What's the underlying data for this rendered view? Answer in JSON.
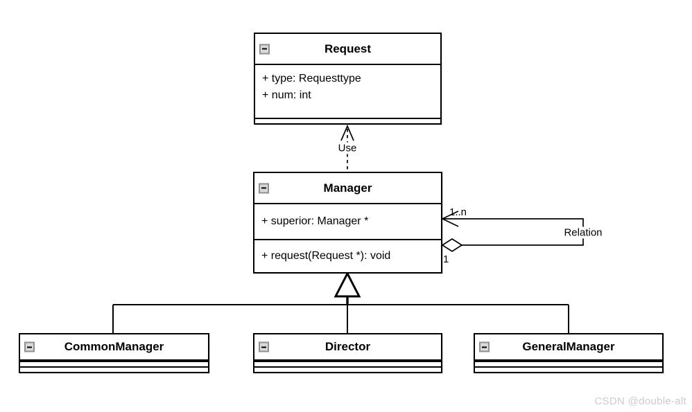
{
  "diagram": {
    "classes": {
      "request": {
        "name": "Request",
        "attributes": [
          "+ type: Requesttype",
          "+ num: int"
        ],
        "operations": []
      },
      "manager": {
        "name": "Manager",
        "attributes": [
          "+ superior: Manager *"
        ],
        "operations": [
          "+ request(Request *): void"
        ]
      },
      "common_manager": {
        "name": "CommonManager"
      },
      "director": {
        "name": "Director"
      },
      "general_manager": {
        "name": "GeneralManager"
      }
    },
    "relationships": {
      "dependency": {
        "from": "Manager",
        "to": "Request",
        "label": "Use",
        "style": "dashed-open-arrow"
      },
      "self_association": {
        "class": "Manager",
        "label": "Relation",
        "target_multiplicity": "1..n",
        "source_multiplicity": "1",
        "style": "aggregation-diamond-to-open-arrow"
      },
      "generalization": {
        "parent": "Manager",
        "children": [
          "CommonManager",
          "Director",
          "GeneralManager"
        ]
      }
    },
    "icons": {
      "collapse": "minus-icon"
    },
    "colors": {
      "stroke": "#000000",
      "fill": "#ffffff",
      "collapse_border": "#8f8f8f",
      "watermark": "#cbcbcb"
    }
  },
  "watermark": "CSDN @double-alt"
}
